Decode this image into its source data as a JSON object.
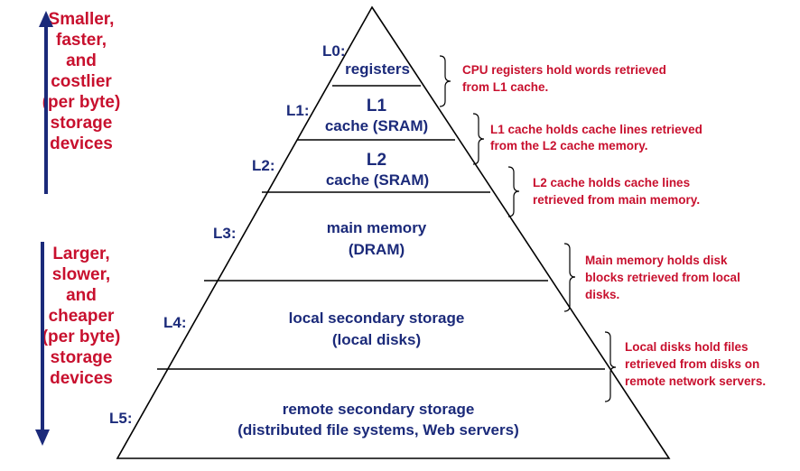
{
  "side_labels": {
    "top": [
      "Smaller,",
      "faster,",
      "and",
      "costlier",
      "(per byte)",
      "storage",
      "devices"
    ],
    "bottom": [
      "Larger,",
      "slower,",
      "and",
      "cheaper",
      "(per byte)",
      "storage",
      "devices"
    ]
  },
  "levels": [
    {
      "tag": "L0:",
      "lines": [
        "registers"
      ],
      "desc": [
        "CPU registers hold words retrieved",
        "from L1 cache."
      ]
    },
    {
      "tag": "L1:",
      "lines": [
        "L1",
        "cache (SRAM)"
      ],
      "desc": [
        "L1 cache holds cache lines retrieved",
        "from the L2 cache memory."
      ]
    },
    {
      "tag": "L2:",
      "lines": [
        "L2",
        "cache (SRAM)"
      ],
      "desc": [
        "L2 cache holds cache lines",
        "retrieved from main memory."
      ]
    },
    {
      "tag": "L3:",
      "lines": [
        "main memory",
        "(DRAM)"
      ],
      "desc": [
        "Main memory holds disk",
        "blocks retrieved from local",
        "disks."
      ]
    },
    {
      "tag": "L4:",
      "lines": [
        "local secondary storage",
        "(local disks)"
      ],
      "desc": [
        "Local disks hold files",
        "retrieved from disks on",
        "remote network servers."
      ]
    },
    {
      "tag": "L5:",
      "lines": [
        "remote secondary storage",
        "(distributed file systems, Web servers)"
      ],
      "desc": []
    }
  ],
  "colors": {
    "navy": "#1b2a7a",
    "red": "#c8102e",
    "line": "#000000"
  }
}
